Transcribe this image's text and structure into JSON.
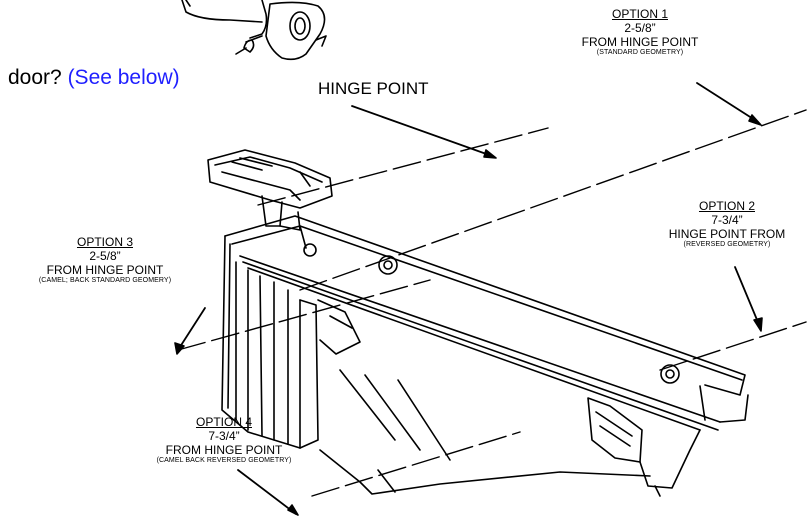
{
  "intro": {
    "question": "door?",
    "link": "(See below)"
  },
  "hinge_label": "HINGE POINT",
  "options": [
    {
      "title": "OPTION 1",
      "measure": "2-5/8”",
      "line": "FROM HINGE POINT",
      "note": "(STANDARD GEOMETRY)"
    },
    {
      "title": "OPTION 2",
      "measure": "7-3/4”",
      "line": "HINGE POINT FROM",
      "note": "(REVERSED GEOMETRY)"
    },
    {
      "title": "OPTION 3",
      "measure": "2-5/8”",
      "line": "FROM HINGE POINT",
      "note": "(CAMEL; BACK STANDARD GEOMERY)"
    },
    {
      "title": "OPTION 4",
      "measure": "7-3/4”",
      "line": "FROM HINGE POINT",
      "note": "(CAMEL BACK REVERSED GEOMETRY)"
    }
  ],
  "colors": {
    "ink": "#000000",
    "link": "#1f1fff",
    "background": "#ffffff"
  }
}
